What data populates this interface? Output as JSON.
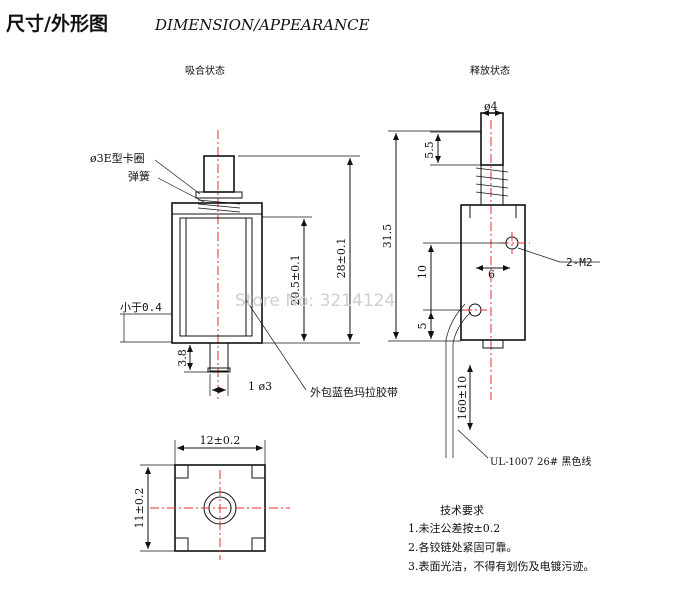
{
  "header": {
    "title_cn": "尺寸/外形图",
    "title_en": "DIMENSION/APPEARANCE"
  },
  "views": {
    "closed_label": "吸合状态",
    "released_label": "释放状态"
  },
  "closed_view": {
    "clip_label": "ø3E型卡圈",
    "spring_label": "弹簧",
    "dim_height": "28±0.1",
    "dim_body": "20.5±0.1",
    "dim_less_than": "小于0.4",
    "dim_plunger_ext": "3.8",
    "dim_plunger_dia": "1 ø3",
    "tape_label": "外包蓝色玛拉胶带"
  },
  "released_view": {
    "dim_top_dia": "ø4",
    "dim_stroke": "5.5",
    "dim_total": "31.5",
    "dim_hole_height": "10",
    "dim_hole_offset": "6",
    "dim_bottom_hole": "5",
    "thread_label": "2-M2",
    "lead_length": "160±10",
    "wire_label": "UL-1007 26# 黑色线"
  },
  "bottom_view": {
    "dim_width": "12±0.2",
    "dim_depth": "11±0.2"
  },
  "requirements": {
    "title": "技术要求",
    "items": [
      "1.未注公差按±0.2",
      "2.各铰链处紧固可靠。",
      "3.表面光洁，不得有划伤及电镀污迹。"
    ]
  },
  "watermark": "Store No: 3214124",
  "colors": {
    "centerline": "#e53030",
    "ink": "#111111"
  }
}
